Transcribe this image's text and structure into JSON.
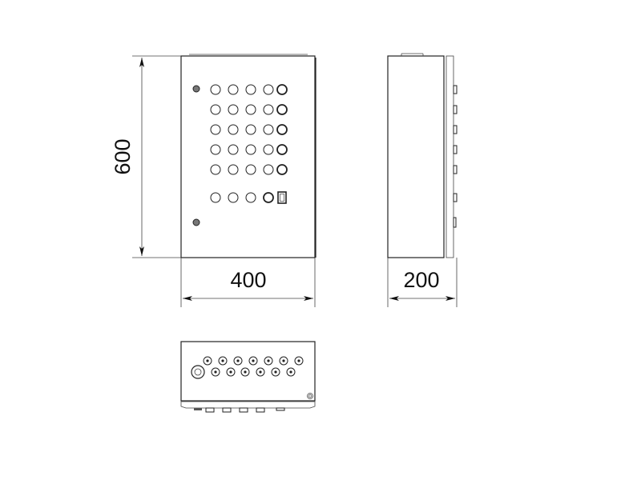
{
  "dimensions": {
    "height_label": "600",
    "width_label": "400",
    "depth_label": "200"
  },
  "front_view": {
    "indicator_rows": 6,
    "indicator_cols": 5,
    "last_row_has_switch": true
  },
  "bottom_view": {
    "gland_row1_count": 7,
    "gland_row2_count": 6
  },
  "colors": {
    "line": "#222222",
    "background": "#ffffff"
  }
}
